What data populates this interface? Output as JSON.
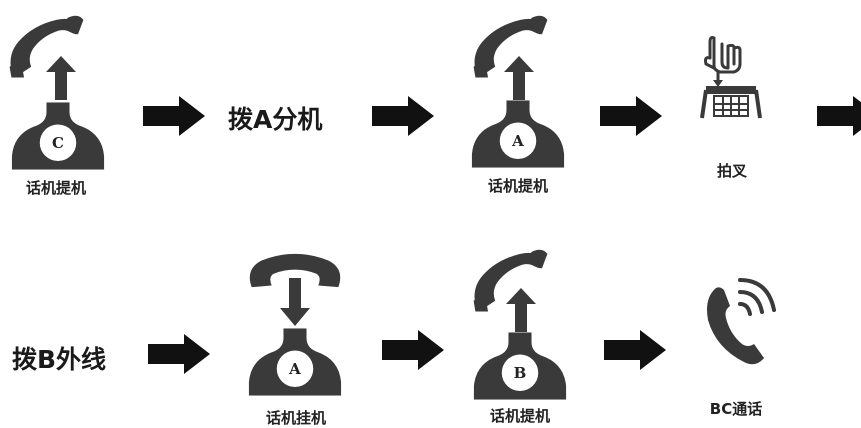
{
  "colors": {
    "icon": "#3a3a3a",
    "arrow": "#111111",
    "background": "#ffffff"
  },
  "row1": {
    "step1": {
      "letter": "C",
      "caption": "话机提机",
      "icon": "phone-pickup-icon"
    },
    "step2": {
      "text": "拨A分机"
    },
    "step3": {
      "letter": "A",
      "caption": "话机提机",
      "icon": "phone-pickup-icon"
    },
    "step4": {
      "caption": "拍叉",
      "icon": "hook-flash-icon"
    }
  },
  "row2": {
    "step5": {
      "text": "拨B外线"
    },
    "step6": {
      "letter": "A",
      "caption": "话机挂机",
      "icon": "phone-hangup-icon"
    },
    "step7": {
      "letter": "B",
      "caption": "话机提机",
      "icon": "phone-pickup-icon"
    },
    "step8": {
      "caption": "BC通话",
      "icon": "ringing-phone-icon"
    }
  }
}
